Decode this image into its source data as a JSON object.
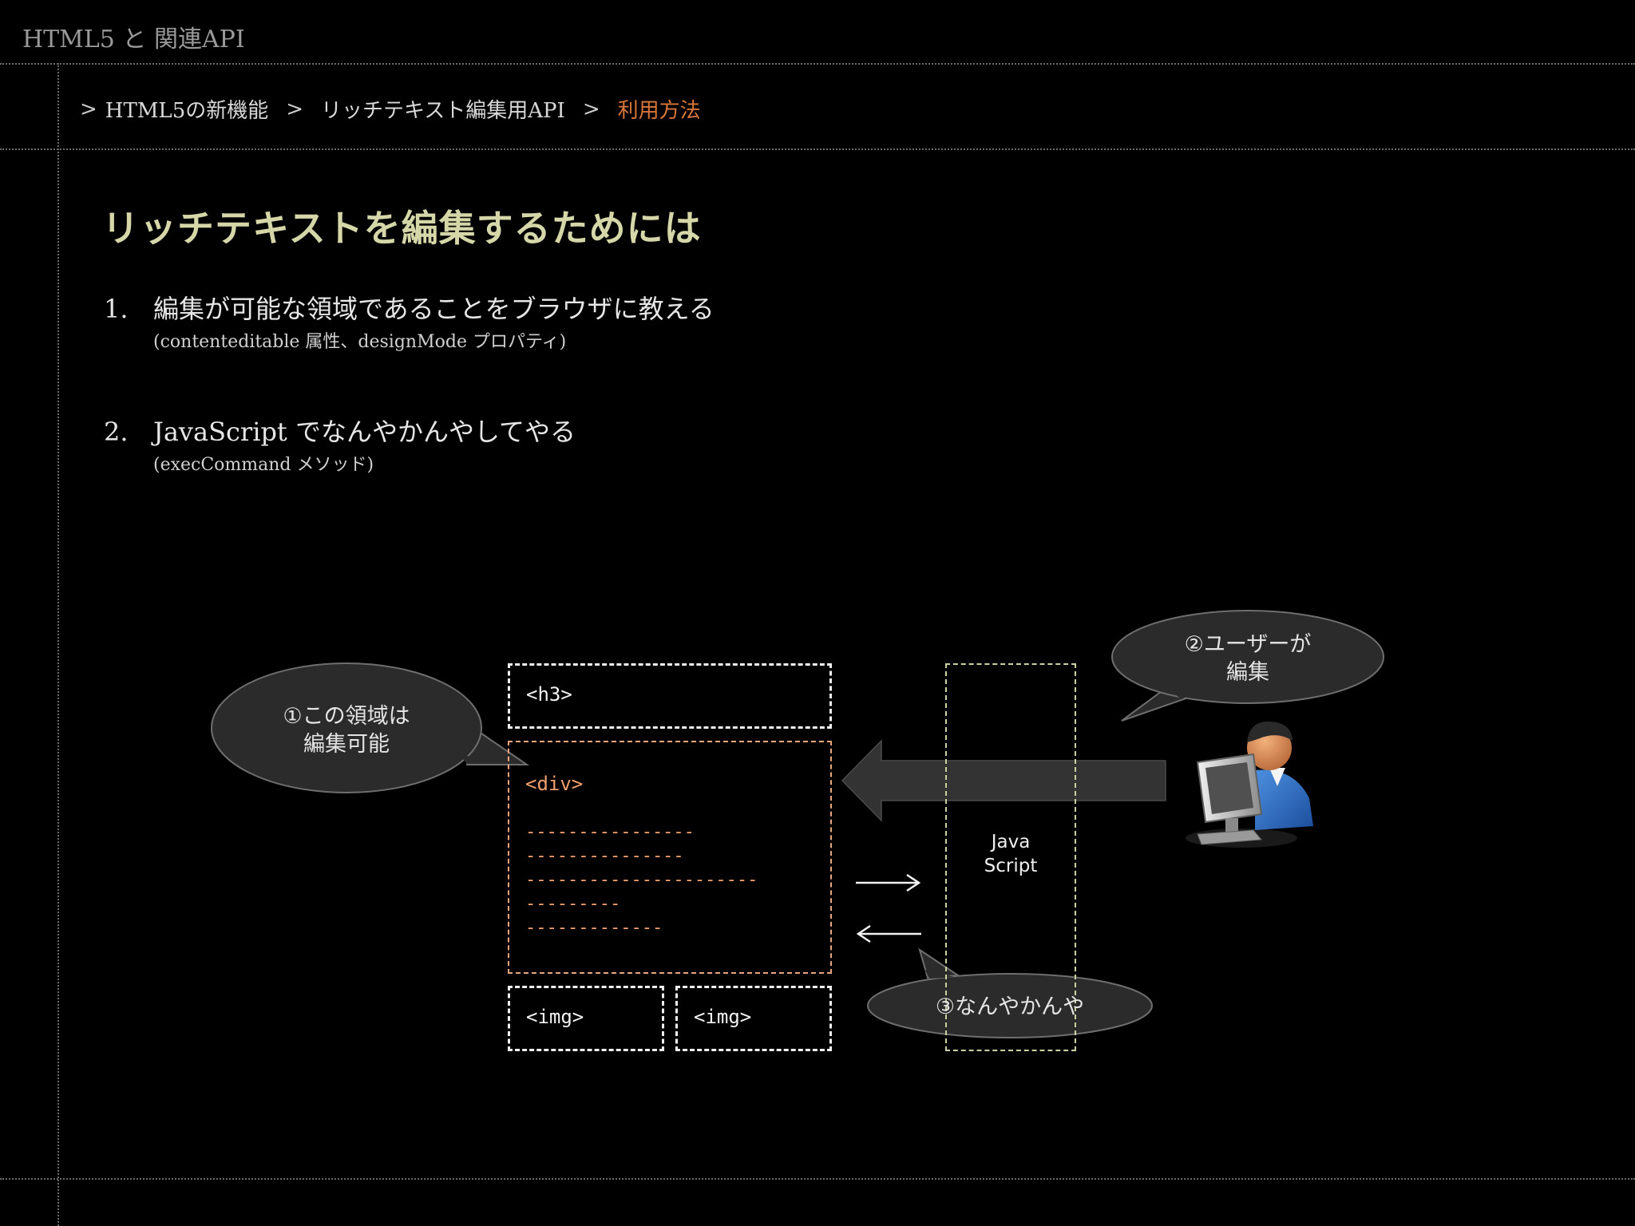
{
  "app": {
    "title": "HTML5 と 関連API"
  },
  "breadcrumb": {
    "separator": ">",
    "items": [
      {
        "label": "HTML5の新機能"
      },
      {
        "label": "リッチテキスト編集用API"
      },
      {
        "label": "利用方法",
        "current": true
      }
    ]
  },
  "slide": {
    "heading": "リッチテキストを編集するためには",
    "steps": [
      {
        "number": "1.",
        "text": "編集が可能な領域であることをブラウザに教える",
        "note": "(contenteditable 属性、designMode プロパティ)"
      },
      {
        "number": "2.",
        "text": "JavaScript でなんやかんやしてやる",
        "note": "(execCommand メソッド)"
      }
    ]
  },
  "diagram": {
    "h3_label": "<h3>",
    "div_label": "<div>",
    "div_lines": "----------------\n---------------\n----------------------\n---------\n-------------",
    "img1_label": "<img>",
    "img2_label": "<img>",
    "js_label_line1": "Java",
    "js_label_line2": "Script",
    "bubble1_line1": "①この領域は",
    "bubble1_line2": "編集可能",
    "bubble2_line1": "②ユーザーが",
    "bubble2_line2": "編集",
    "bubble3_text": "③なんやかんや",
    "user_icon": "user-at-computer-icon"
  },
  "colors": {
    "background": "#000000",
    "heading": "#d5d7a8",
    "breadcrumb_current": "#d9763a",
    "div_box": "#e8a67c",
    "js_box": "#c9d2a0",
    "bubble_fill": "#2b2b2b"
  }
}
